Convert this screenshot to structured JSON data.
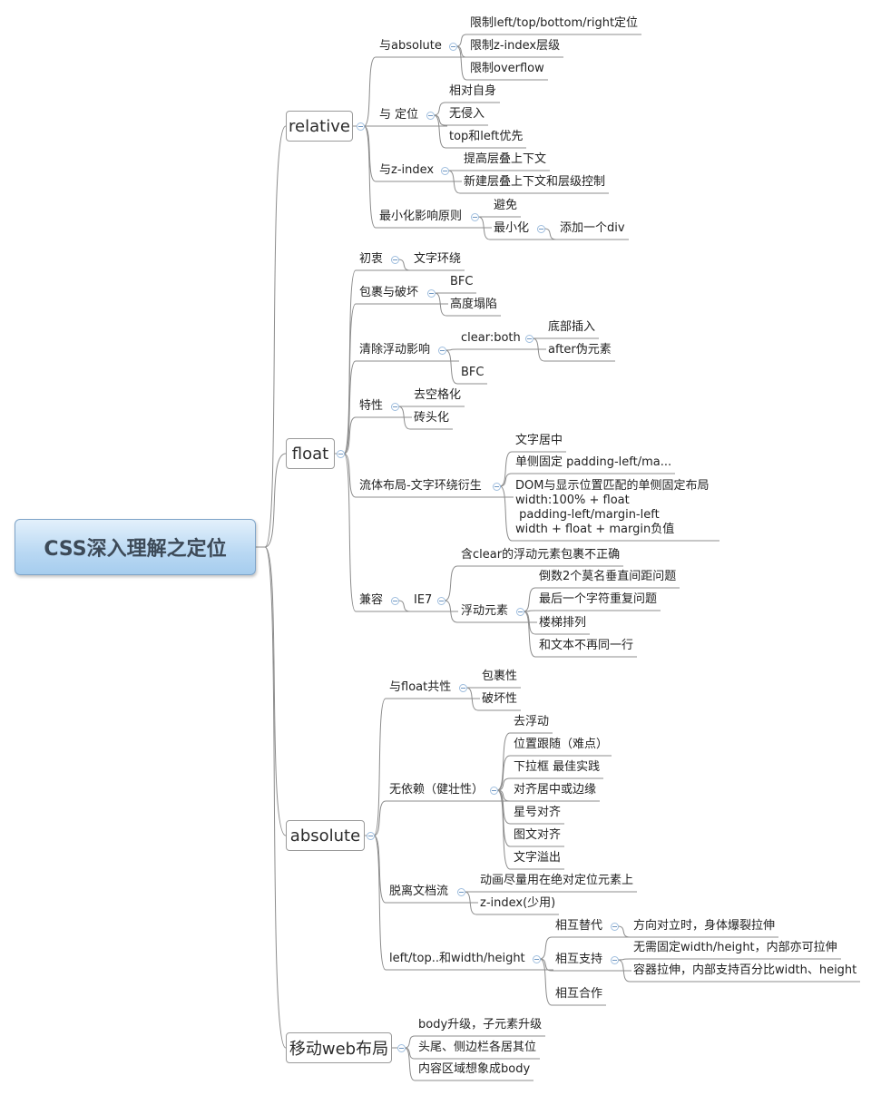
{
  "root": {
    "label": "CSS深入理解之定位"
  },
  "branches": [
    {
      "label": "relative",
      "children": [
        {
          "label": "与absolute",
          "children": [
            {
              "label": "限制left/top/bottom/right定位"
            },
            {
              "label": "限制z-index层级"
            },
            {
              "label": "限制overflow"
            }
          ]
        },
        {
          "label": "与 定位",
          "children": [
            {
              "label": "相对自身"
            },
            {
              "label": "无侵入"
            },
            {
              "label": "top和left优先"
            }
          ]
        },
        {
          "label": "与z-index",
          "children": [
            {
              "label": "提高层叠上下文"
            },
            {
              "label": "新建层叠上下文和层级控制"
            }
          ]
        },
        {
          "label": "最小化影响原则",
          "children": [
            {
              "label": "避免"
            },
            {
              "label": "最小化",
              "children": [
                {
                  "label": "添加一个div"
                }
              ]
            }
          ]
        }
      ]
    },
    {
      "label": "float",
      "children": [
        {
          "label": "初衷",
          "children": [
            {
              "label": "文字环绕"
            }
          ]
        },
        {
          "label": "包裹与破坏",
          "children": [
            {
              "label": "BFC"
            },
            {
              "label": "高度塌陷"
            }
          ]
        },
        {
          "label": "清除浮动影响",
          "children": [
            {
              "label": "clear:both",
              "children": [
                {
                  "label": "底部插入"
                },
                {
                  "label": "after伪元素"
                }
              ]
            },
            {
              "label": "BFC"
            }
          ]
        },
        {
          "label": "特性",
          "children": [
            {
              "label": "去空格化"
            },
            {
              "label": "砖头化"
            }
          ]
        },
        {
          "label": "流体布局-文字环绕衍生",
          "children": [
            {
              "label": "文字居中"
            },
            {
              "label": "单侧固定 padding-left/ma..."
            },
            {
              "label": "DOM与显示位置匹配的单侧固定布局\nwidth:100% + float\n padding-left/margin-left\nwidth + float + margin负值"
            }
          ]
        },
        {
          "label": "兼容",
          "children": [
            {
              "label": "IE7",
              "children": [
                {
                  "label": "含clear的浮动元素包裹不正确"
                },
                {
                  "label": "浮动元素",
                  "children": [
                    {
                      "label": "倒数2个莫名垂直间距问题"
                    },
                    {
                      "label": "最后一个字符重复问题"
                    },
                    {
                      "label": "楼梯排列"
                    },
                    {
                      "label": "和文本不再同一行"
                    }
                  ]
                }
              ]
            }
          ]
        }
      ]
    },
    {
      "label": "absolute",
      "children": [
        {
          "label": "与float共性",
          "children": [
            {
              "label": "包裹性"
            },
            {
              "label": "破坏性"
            }
          ]
        },
        {
          "label": "无依赖（健壮性）",
          "children": [
            {
              "label": "去浮动"
            },
            {
              "label": "位置跟随（难点）"
            },
            {
              "label": "下拉框 最佳实践"
            },
            {
              "label": "对齐居中或边缘"
            },
            {
              "label": "星号对齐"
            },
            {
              "label": "图文对齐"
            },
            {
              "label": "文字溢出"
            }
          ]
        },
        {
          "label": "脱离文档流",
          "children": [
            {
              "label": "动画尽量用在绝对定位元素上"
            },
            {
              "label": "z-index(少用)"
            }
          ]
        },
        {
          "label": "left/top..和width/height",
          "children": [
            {
              "label": "相互替代",
              "children": [
                {
                  "label": "方向对立时，身体爆裂拉伸"
                }
              ]
            },
            {
              "label": "相互支持",
              "children": [
                {
                  "label": "无需固定width/height，内部亦可拉伸"
                },
                {
                  "label": "容器拉伸，内部支持百分比width、height"
                }
              ]
            },
            {
              "label": "相互合作"
            }
          ]
        }
      ]
    },
    {
      "label": "移动web布局",
      "children": [
        {
          "label": "body升级，子元素升级"
        },
        {
          "label": "头尾、侧边栏各居其位"
        },
        {
          "label": "内容区域想象成body"
        }
      ]
    }
  ],
  "colors": {
    "line": "#8c8c8c",
    "collapse_border": "#9fbede",
    "collapse_minus": "#6f97c2",
    "root_fill": "#b9d8f3"
  }
}
